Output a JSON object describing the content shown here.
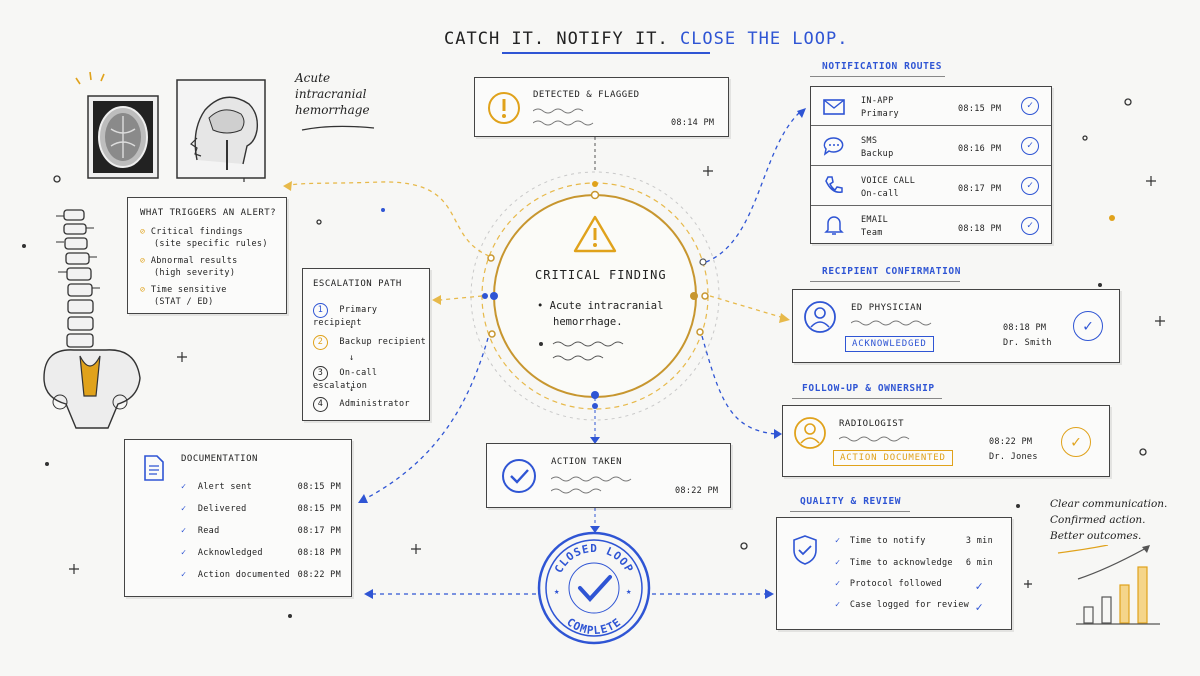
{
  "header": {
    "title_a": "CATCH IT. NOTIFY IT.",
    "title_b": "CLOSE THE LOOP."
  },
  "imaging": {
    "caption_l1": "Acute",
    "caption_l2": "intracranial",
    "caption_l3": "hemorrhage"
  },
  "triggers": {
    "heading": "WHAT TRIGGERS AN ALERT?",
    "items": [
      {
        "l1": "Critical findings",
        "l2": "(site specific rules)"
      },
      {
        "l1": "Abnormal results",
        "l2": "(high severity)"
      },
      {
        "l1": "Time sensitive",
        "l2": "(STAT / ED)"
      }
    ]
  },
  "escalation": {
    "heading": "ESCALATION PATH",
    "steps": [
      {
        "n": "1",
        "label": "Primary recipient"
      },
      {
        "n": "2",
        "label": "Backup recipient"
      },
      {
        "n": "3",
        "label": "On-call escalation"
      },
      {
        "n": "4",
        "label": "Administrator"
      }
    ]
  },
  "detected": {
    "heading": "DETECTED & FLAGGED",
    "time": "08:14 PM"
  },
  "critical": {
    "heading": "CRITICAL FINDING",
    "bullet_l1": "Acute intracranial",
    "bullet_l2": "hemorrhage."
  },
  "action": {
    "heading": "ACTION TAKEN",
    "time": "08:22 PM"
  },
  "stamp": {
    "top": "CLOSED LOOP",
    "bottom": "COMPLETE"
  },
  "documentation": {
    "heading": "DOCUMENTATION",
    "rows": [
      {
        "label": "Alert sent",
        "time": "08:15 PM"
      },
      {
        "label": "Delivered",
        "time": "08:15 PM"
      },
      {
        "label": "Read",
        "time": "08:17 PM"
      },
      {
        "label": "Acknowledged",
        "time": "08:18 PM"
      },
      {
        "label": "Action documented",
        "time": "08:22 PM"
      }
    ]
  },
  "routes": {
    "heading": "NOTIFICATION ROUTES",
    "rows": [
      {
        "icon": "envelope-icon",
        "name": "IN-APP",
        "sub": "Primary",
        "time": "08:15 PM"
      },
      {
        "icon": "chat-bubble-icon",
        "name": "SMS",
        "sub": "Backup",
        "time": "08:16 PM"
      },
      {
        "icon": "phone-icon",
        "name": "VOICE CALL",
        "sub": "On-call",
        "time": "08:17 PM"
      },
      {
        "icon": "bell-icon",
        "name": "EMAIL",
        "sub": "Team",
        "time": "08:18 PM"
      }
    ]
  },
  "confirmation": {
    "heading": "RECIPIENT CONFIRMATION",
    "role": "ED PHYSICIAN",
    "badge": "ACKNOWLEDGED",
    "time": "08:18 PM",
    "name": "Dr. Smith"
  },
  "followup": {
    "heading": "FOLLOW-UP & OWNERSHIP",
    "role": "RADIOLOGIST",
    "badge": "ACTION DOCUMENTED",
    "time": "08:22 PM",
    "name": "Dr. Jones"
  },
  "quality": {
    "heading": "QUALITY & REVIEW",
    "rows": [
      {
        "label": "Time to notify",
        "value": "3 min"
      },
      {
        "label": "Time to acknowledge",
        "value": "6 min"
      },
      {
        "label": "Protocol followed",
        "value": "✓"
      },
      {
        "label": "Case logged for review",
        "value": "✓"
      }
    ]
  },
  "tagline": {
    "l1": "Clear communication.",
    "l2": "Confirmed action.",
    "l3": "Better outcomes."
  },
  "colors": {
    "blue": "#2f55d4",
    "orange": "#e0a21b",
    "ink": "#333333"
  }
}
